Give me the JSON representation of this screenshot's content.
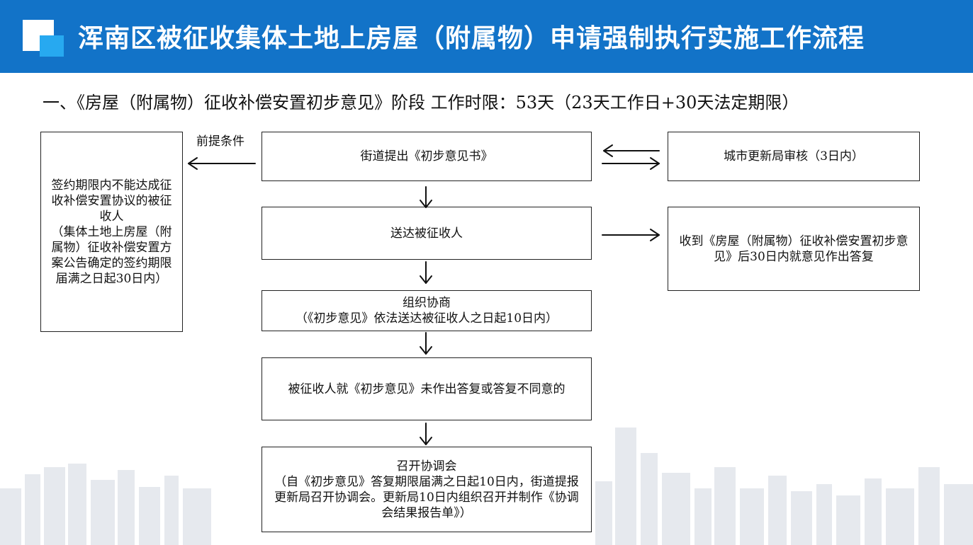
{
  "header": {
    "title": "浑南区被征收集体土地上房屋（附属物）申请强制执行实施工作流程"
  },
  "section": {
    "heading": "一、《房屋（附属物）征收补偿安置初步意见》阶段 工作时限：53天（23天工作日+30天法定期限）"
  },
  "flow": {
    "precondition_label": "前提条件",
    "step1": "街道提出《初步意见书》",
    "review": "城市更新局审核（3日内）",
    "step2": "送达被征收人",
    "reply": "收到《房屋（附属物）征收补偿安置初步意见》后30日内就意见作出答复",
    "left_box": {
      "line1": "签约期限内不能达成征收补偿安置协议的被征收人",
      "line2": "（集体土地上房屋（附属物）征收补偿安置方案公告确定的签约期限届满之日起30日内）"
    },
    "step3": {
      "title": "组织协商",
      "detail": "（《初步意见》依法送达被征收人之日起10日内）"
    },
    "step4": "被征收人就《初步意见》未作出答复或答复不同意的",
    "step5": {
      "title": "召开协调会",
      "detail": "（自《初步意见》答复期限届满之日起10日内，街道提报更新局召开协调会。更新局10日内组织召开并制作《协调会结果报告单》）"
    }
  }
}
